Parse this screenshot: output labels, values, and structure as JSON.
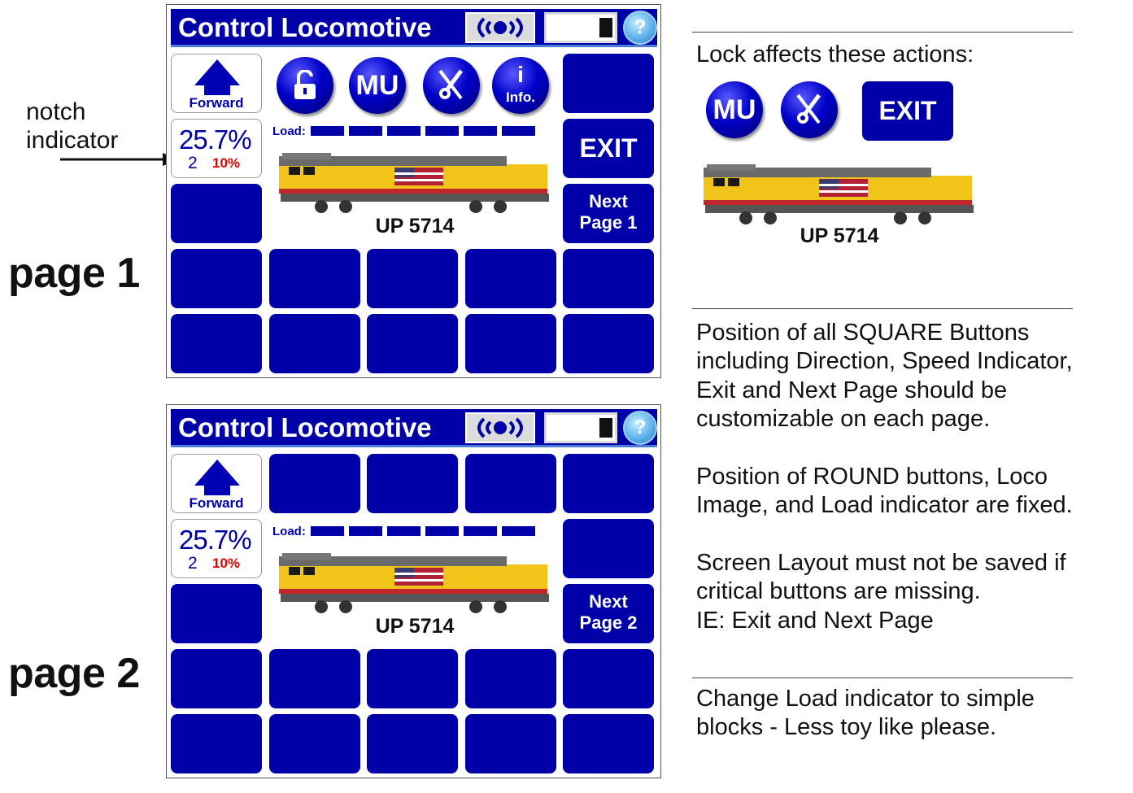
{
  "annotations": {
    "notch_label_line1": "notch",
    "notch_label_line2": "indicator",
    "page1_label": "page 1",
    "page2_label": "page 2"
  },
  "screen": {
    "title": "Control Locomotive",
    "help_glyph": "?",
    "direction_label": "Forward",
    "speed_percent": "25.7%",
    "notch": "2",
    "grade": "10%",
    "load_label": "Load:",
    "load_blocks": 6,
    "loco_name": "UP 5714",
    "exit_label": "EXIT",
    "mu_label": "MU",
    "info_label": "Info.",
    "info_glyph": "i"
  },
  "page1": {
    "next_line1": "Next",
    "next_line2": "Page 1"
  },
  "page2": {
    "next_line1": "Next",
    "next_line2": "Page 2"
  },
  "icons": [
    "radio-signal-icon",
    "battery-icon",
    "help-icon",
    "forward-arrow-icon",
    "unlock-icon",
    "wrench-screwdriver-icon",
    "arrow-icon"
  ],
  "colors": {
    "button_blue": "#0000a8",
    "title_blue": "#0000a8",
    "grade_red": "#e00000",
    "loco_yellow": "#f0c419"
  },
  "notes": {
    "lock_title": "Lock affects these actions:",
    "lock_exit": "EXIT",
    "lock_mu": "MU",
    "lock_loco_name": "UP 5714",
    "layout_line1": "Position of all SQUARE Buttons",
    "layout_line2": "including Direction, Speed Indicator,",
    "layout_line3": "Exit and Next Page should be",
    "layout_line4": "customizable on each page.",
    "round_line1": "Position of ROUND buttons, Loco",
    "round_line2": "Image, and Load indicator are fixed.",
    "save_line1": "Screen Layout must not be saved if",
    "save_line2": "critical buttons are missing.",
    "save_line3": "IE: Exit and Next Page",
    "load_line1": "Change Load indicator to simple",
    "load_line2": "blocks - Less toy like please."
  }
}
